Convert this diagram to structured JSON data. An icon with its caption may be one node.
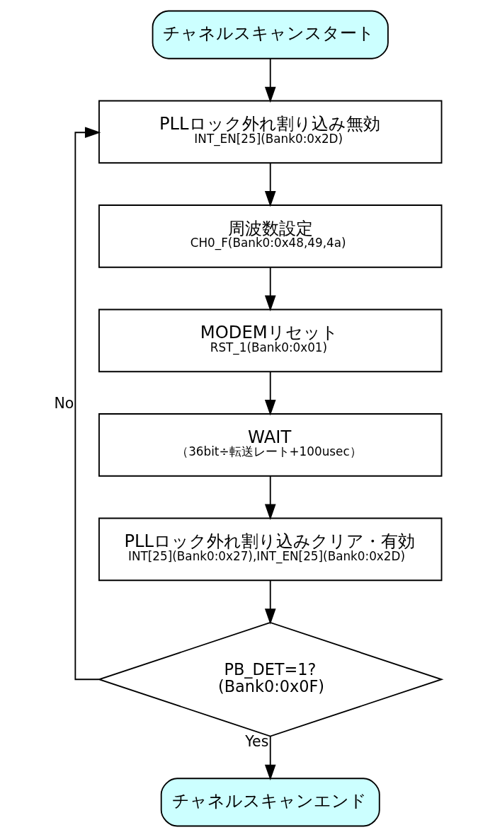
{
  "diagram": {
    "nodes": [
      {
        "text": [
          "チャネルスキャンスタート"
        ]
      },
      {
        "text": [
          "PLLロック外れ割り込み無効",
          "INT_EN[25](Bank0:0x2D)"
        ]
      },
      {
        "text": [
          "周波数設定",
          "CH0_F(Bank0:0x48,49,4a)"
        ]
      },
      {
        "text": [
          "MODEMリセット",
          "RST_1(Bank0:0x01)"
        ]
      },
      {
        "text": [
          "WAIT",
          "（36bit÷転送レート+100usec）"
        ]
      },
      {
        "text": [
          "PLLロック外れ割り込みクリア・有効",
          "INT[25](Bank0:0x27),INT_EN[25](Bank0:0x2D)"
        ]
      },
      {
        "text": [
          "PB_DET=1?",
          "(Bank0:0x0F)"
        ]
      },
      {
        "text": [
          "チャネルスキャンエンド"
        ]
      }
    ],
    "edges": [
      {
        "from": 0,
        "to": 1,
        "arrow": "to"
      },
      {
        "from": 1,
        "to": 2,
        "arrow": "to"
      },
      {
        "from": 2,
        "to": 3,
        "arrow": "to"
      },
      {
        "from": 3,
        "to": 4,
        "arrow": "to"
      },
      {
        "from": 4,
        "to": 5,
        "arrow": "to"
      },
      {
        "from": 5,
        "to": 6,
        "arrow": "to"
      },
      {
        "from": 6,
        "to": 1,
        "arrow": "to",
        "label": "No"
      },
      {
        "from": 6,
        "to": 7,
        "arrow": "to",
        "label": "Yes"
      }
    ]
  }
}
